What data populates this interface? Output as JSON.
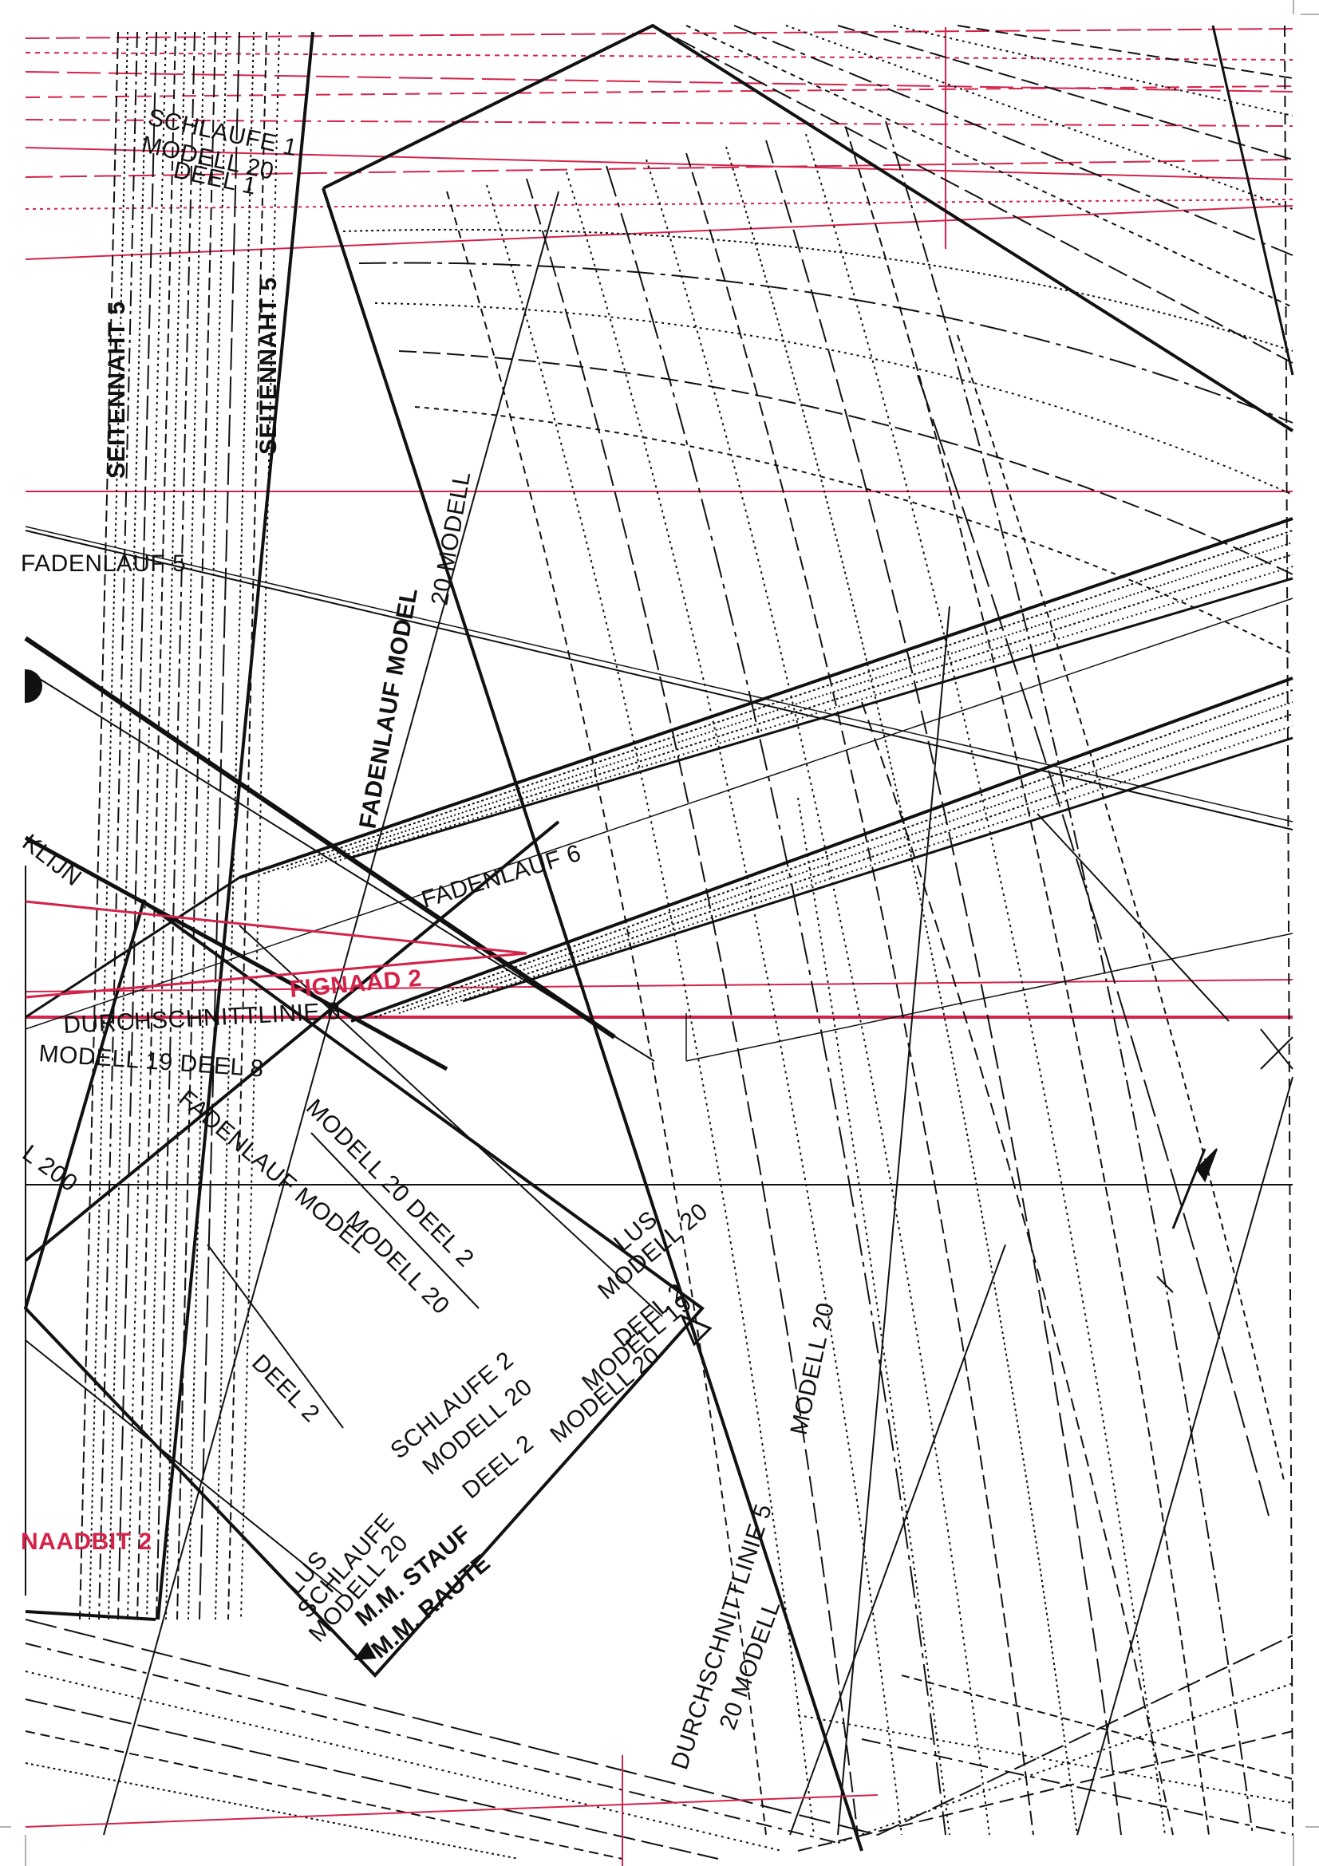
{
  "colors": {
    "ink": "#111111",
    "red": "#d4234a",
    "paper": "#ffffff"
  },
  "labels": {
    "schlaufe_1": "SCHLAUFE 1",
    "modell_20_top": "MODELL 20",
    "deel_1": "DEEL 1",
    "seitennaht_left": "SEITENNAHT 5",
    "seitennaht_right": "SEITENNAHT 5",
    "fadenlauf_5": "FADENLAUF 5",
    "modell_20_diag": "20 MODELL",
    "fadenlauf_diag": "FADENLAUF MODEL",
    "fadenlauf_6": "FADENLAUF 6",
    "klijn": "KLIJN",
    "fignaad": "FIGNAAD 2",
    "durchschnittlinie_8": "DURCHSCHNITTLINIE 8",
    "modell_19_deel_8": "MODELL 19 DEEL 8",
    "model_200": "L 200",
    "fadenlauf_model": "FADENLAUF MODEL",
    "modell_20_deel_2": "MODELL 20 DEEL 2",
    "modell_20_b": "MODELL 20",
    "deel_2": "DEEL 2",
    "schlaufe_2": "SCHLAUFE 2",
    "modell_20_c": "MODELL 20",
    "deel_2_b": "DEEL 2",
    "lus_1": "LUS",
    "modell_20_d": "MODELL 20",
    "deel_2_c": "DEEL 2",
    "modell_19": "MODELL 19",
    "modell_20_e": "MODELL 20",
    "lus_2": "LUS",
    "schlaufe_3": "SCHLAUFE",
    "modell_20_f": "MODELL 20",
    "mm_stauf": "M.M. STAUF",
    "mm_raute": "M.M. RAUTE",
    "naadbit": "NAADBIT 2",
    "modell_20_right": "MODELL 20",
    "durchschnittlinie_5": "DURCHSCHNITTLINIE 5",
    "modell_20_bottom": "20 MODELL"
  }
}
